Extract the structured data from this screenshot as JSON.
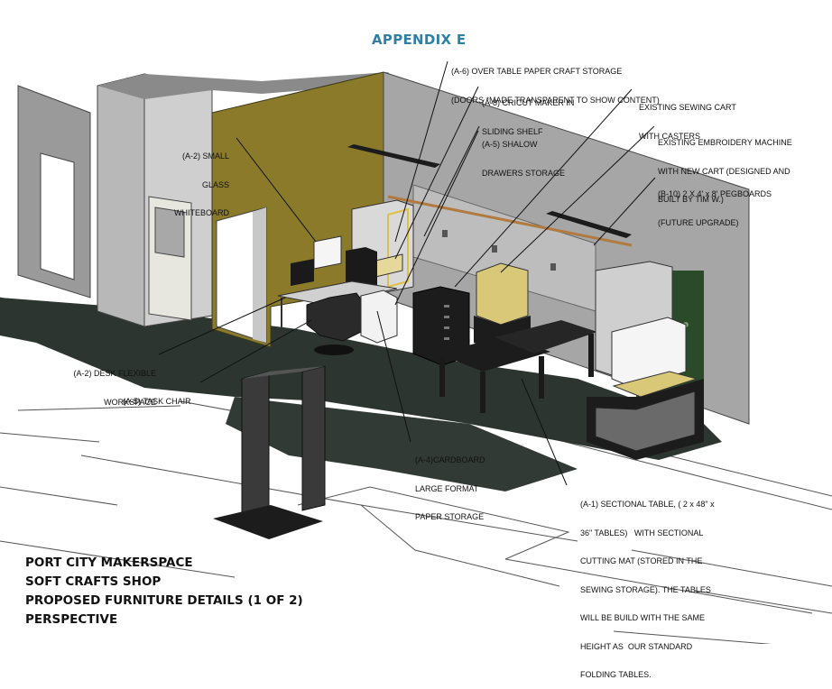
{
  "title": "APPENDIX E",
  "callouts": [
    {
      "id": "a6",
      "lines": [
        "(A-6) OVER TABLE PAPER CRAFT STORAGE",
        "(DOORS *MADE TRANSPARENT TO SHOW CONTENT)"
      ]
    },
    {
      "id": "a8",
      "lines": [
        "(A-8) CRICUT MAKER IN",
        "SLIDING SHELF"
      ]
    },
    {
      "id": "a5s",
      "lines": [
        "(A-5) SHALOW",
        "DRAWERS STORAGE"
      ]
    },
    {
      "id": "a2w",
      "lines": [
        "(A-2) SMALL",
        "GLASS",
        "WHITEBOARD"
      ]
    },
    {
      "id": "sew",
      "lines": [
        "EXISTING SEWING CART",
        "WITH CASTERS"
      ]
    },
    {
      "id": "emb",
      "lines": [
        "EXISTING EMBROIDERY MACHINE",
        "WITH NEW CART (DESIGNED AND",
        "BUILT BY TIM W.)"
      ]
    },
    {
      "id": "b10",
      "lines": [
        "(B-10) 2 X 4' x 8' PEGBOARDS",
        "(FUTURE UPGRADE)"
      ]
    },
    {
      "id": "a2d",
      "lines": [
        "(A-2) DESK FLEXIBLE",
        "WORKSPACE"
      ]
    },
    {
      "id": "a5c",
      "lines": [
        "(A-5) TASK CHAIR"
      ]
    },
    {
      "id": "a4",
      "lines": [
        "(A-4)CARDBOARD",
        "LARGE FORMAT",
        "PAPER STORAGE"
      ]
    },
    {
      "id": "a1",
      "lines": [
        "(A-1) SECTIONAL TABLE, ( 2 x 48\" x",
        "36\" TABLES)   WITH SECTIONAL",
        "CUTTING MAT (STORED IN THE",
        "SEWING STORAGE). THE TABLES",
        "WILL BE BUILD WITH THE SAME",
        "HEIGHT AS  OUR STANDARD",
        "FOLDING TABLES."
      ]
    }
  ],
  "footer": [
    "PORT CITY MAKERSPACE",
    "SOFT CRAFTS SHOP",
    "PROPOSED FURNITURE DETAILS (1 OF 2)",
    "PERSPECTIVE"
  ],
  "colors": {
    "title": "#2f7fa6",
    "wall_olive": "#8a7a2a",
    "wall_grey": "#a6a6a6",
    "floor_dark": "#2d3530",
    "furniture_black": "#1c1c1c",
    "cabinet_tan": "#d8c878"
  }
}
